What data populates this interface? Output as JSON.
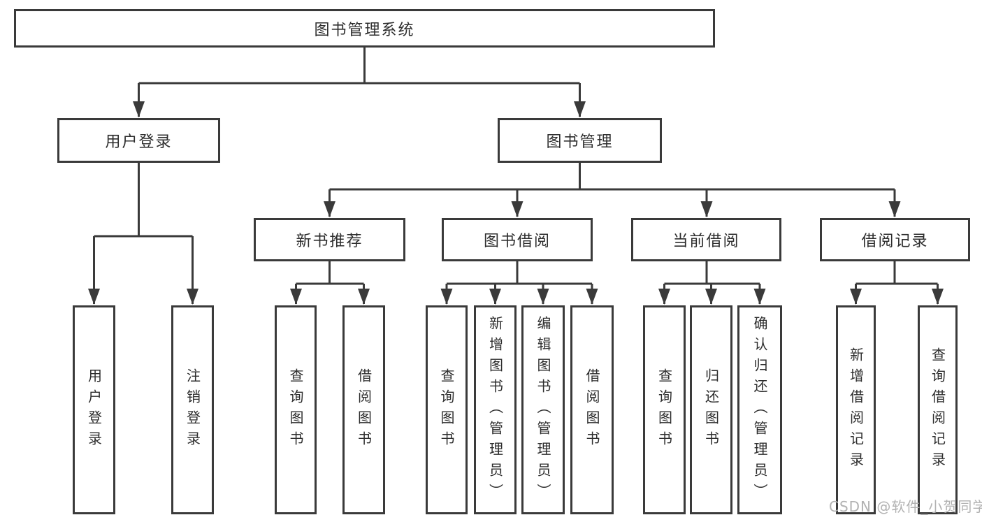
{
  "diagram_title": "图书管理系统",
  "tree": {
    "label": "图书管理系统",
    "children": [
      {
        "label": "用户登录",
        "children": [
          {
            "label": "用户登录"
          },
          {
            "label": "注销登录"
          }
        ]
      },
      {
        "label": "图书管理",
        "children": [
          {
            "label": "新书推荐",
            "children": [
              {
                "label": "查询图书"
              },
              {
                "label": "借阅图书"
              }
            ]
          },
          {
            "label": "图书借阅",
            "children": [
              {
                "label": "查询图书"
              },
              {
                "label": "新增图书（管理员）"
              },
              {
                "label": "编辑图书（管理员）"
              },
              {
                "label": "借阅图书"
              }
            ]
          },
          {
            "label": "当前借阅",
            "children": [
              {
                "label": "查询图书"
              },
              {
                "label": "归还图书"
              },
              {
                "label": "确认归还（管理员）"
              }
            ]
          },
          {
            "label": "借阅记录",
            "children": [
              {
                "label": "新增借阅记录"
              },
              {
                "label": "查询借阅记录"
              }
            ]
          }
        ]
      }
    ]
  },
  "watermark": {
    "text": "CSDN @软件_小贺同学"
  },
  "colors": {
    "line": "#3a3a3a",
    "box_border": "#3a3a3a",
    "text": "#2d2d2d",
    "watermark": "#b2b2b2",
    "background": "#ffffff"
  }
}
